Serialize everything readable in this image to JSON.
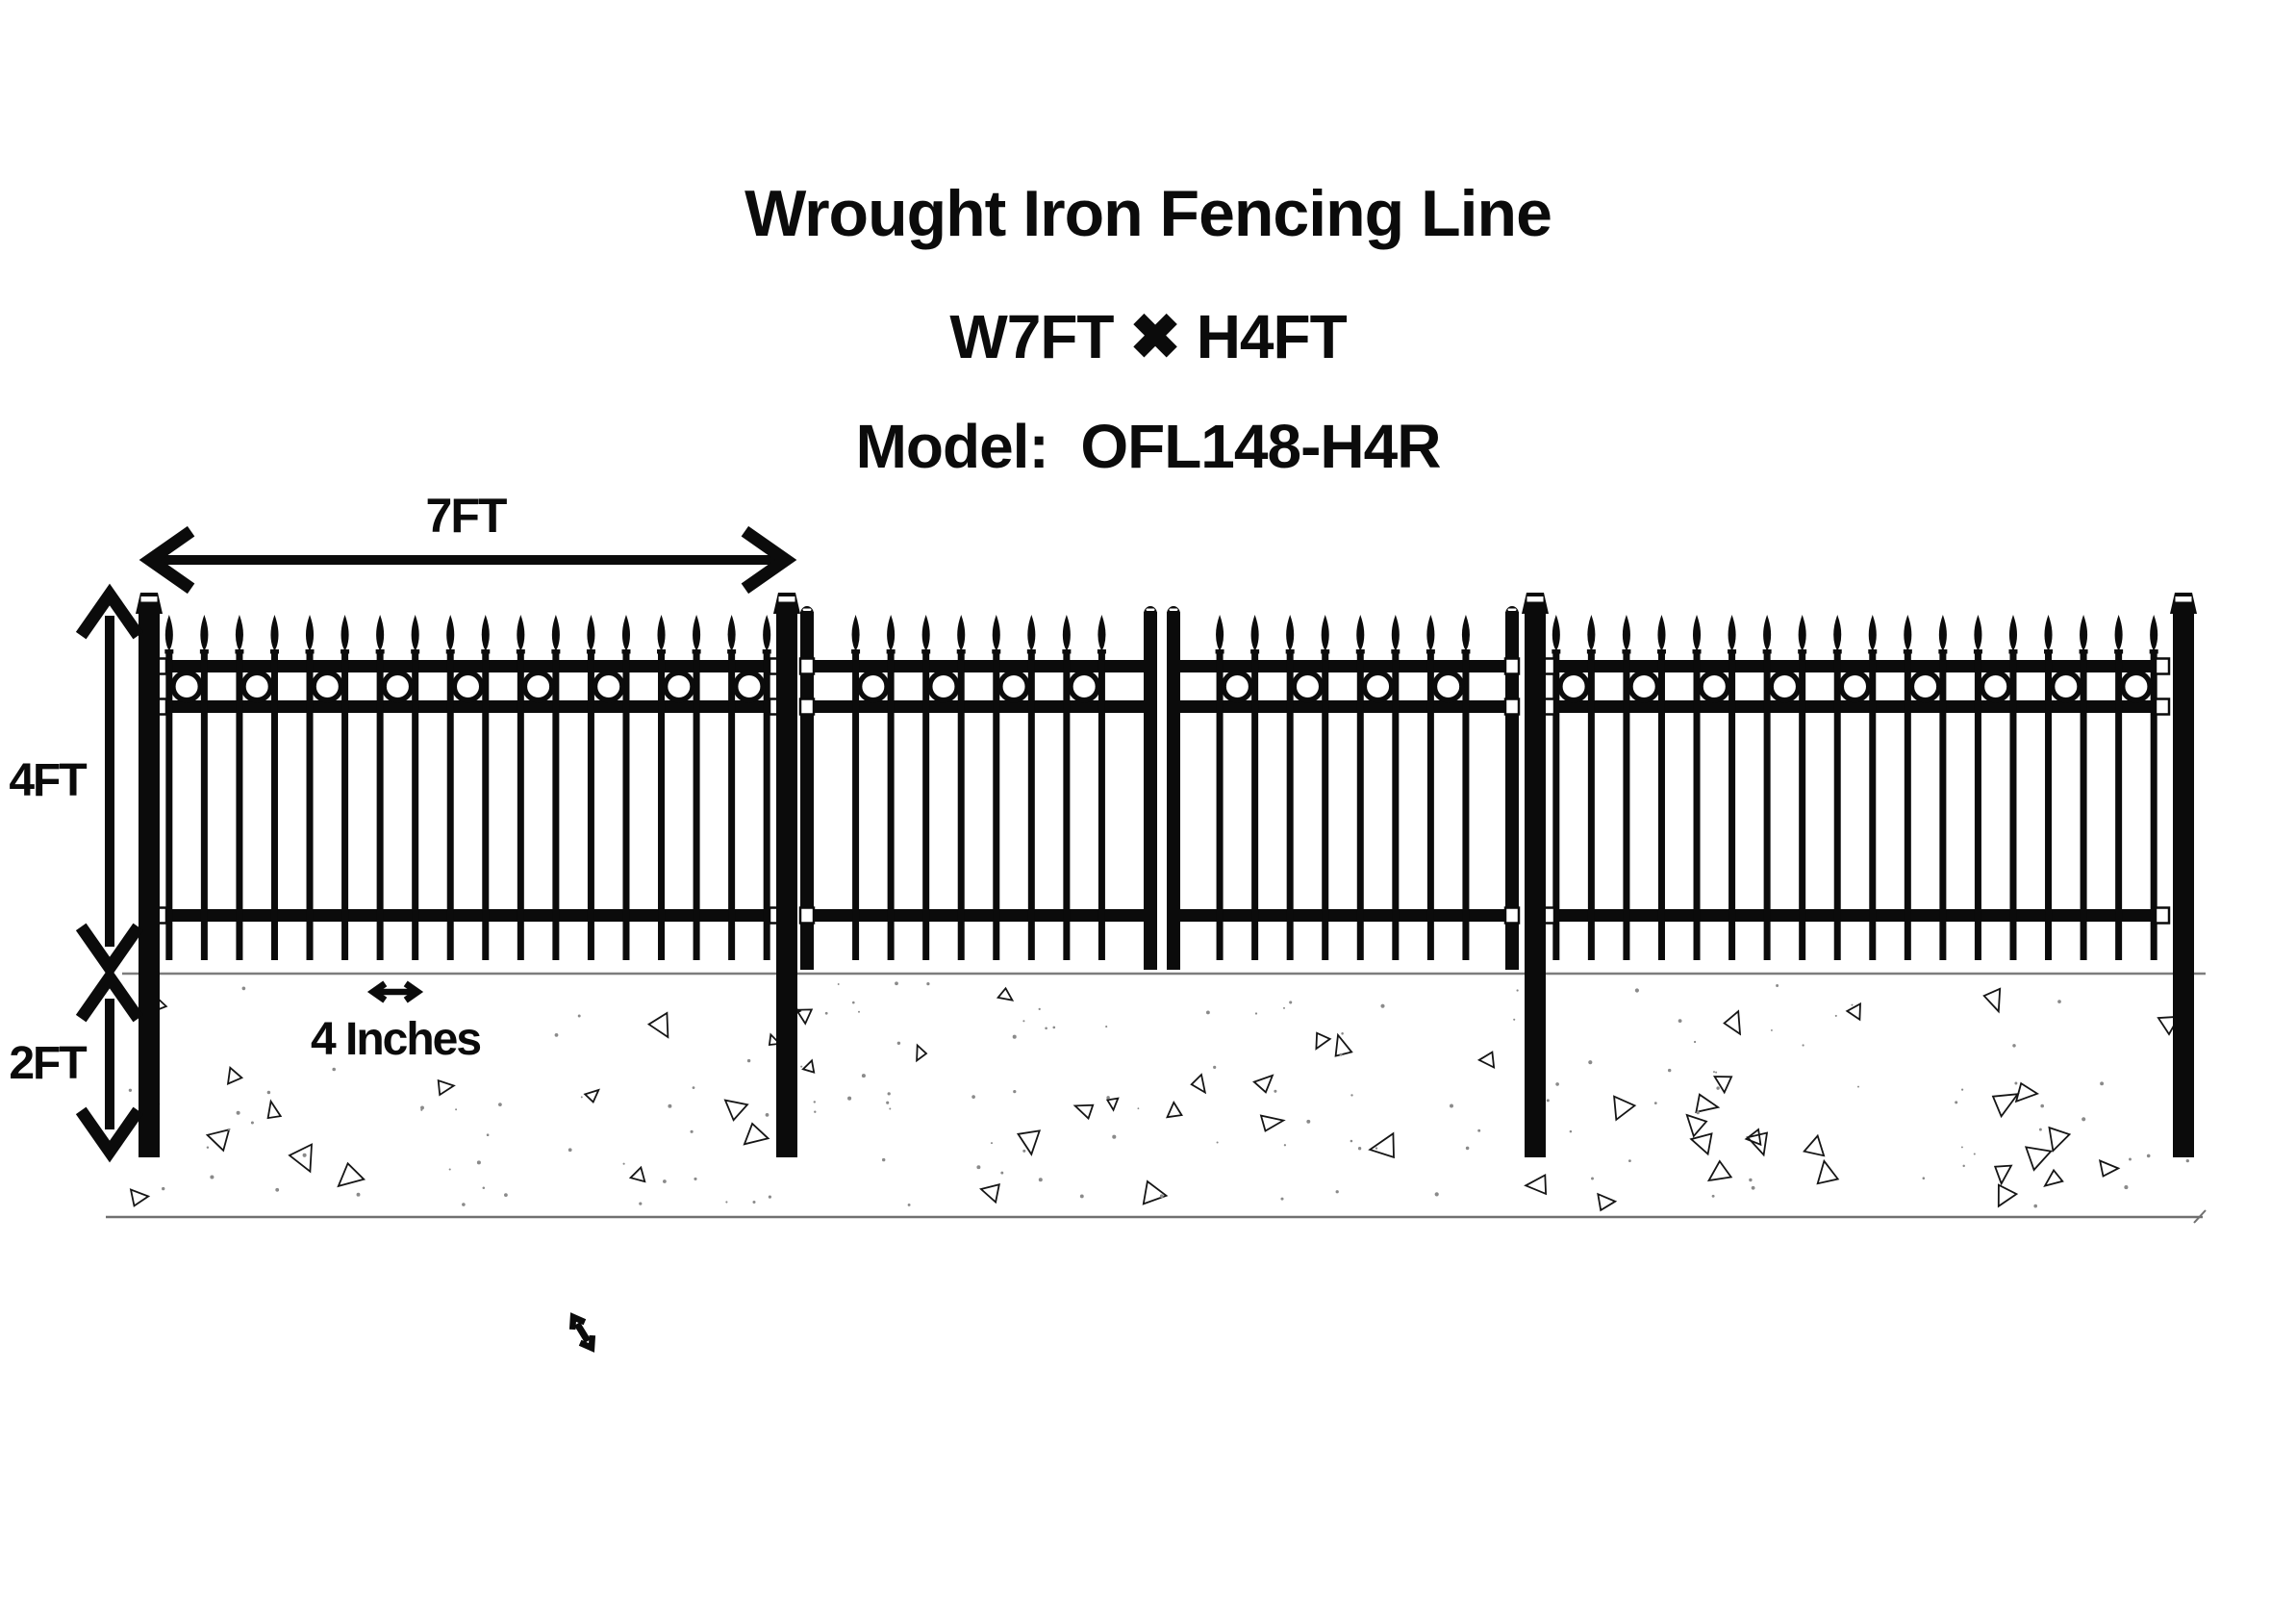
{
  "header": {
    "title": "Wrought Iron Fencing Line",
    "size_line": "W7FT ✖ H4FT",
    "model_line": "Model:  OFL148-H4R"
  },
  "dimensions": {
    "panel_width_label": "7FT",
    "height_label": "4FT",
    "depth_label": "2FT",
    "picket_gap_label": "4 Inches"
  },
  "colors": {
    "ink": "#0b0b0b",
    "background": "#ffffff",
    "ground_line": "#7d7d7d",
    "bottom_line": "#707070",
    "texture_dot": "#8a8a8a"
  },
  "diagram": {
    "type": "technical-illustration",
    "panel_width_ft": 7,
    "fence_height_ft": 4,
    "post_buried_depth_ft": 2,
    "picket_gap_inches": 4,
    "main_post_count": 4,
    "sections": [
      {
        "name": "panel-1",
        "pickets": 18,
        "rings": 9
      },
      {
        "name": "panel-2",
        "pickets": 8,
        "rings": 4
      },
      {
        "name": "panel-3",
        "pickets": 8,
        "rings": 4
      },
      {
        "name": "panel-4",
        "pickets": 18,
        "rings": 9
      }
    ]
  }
}
